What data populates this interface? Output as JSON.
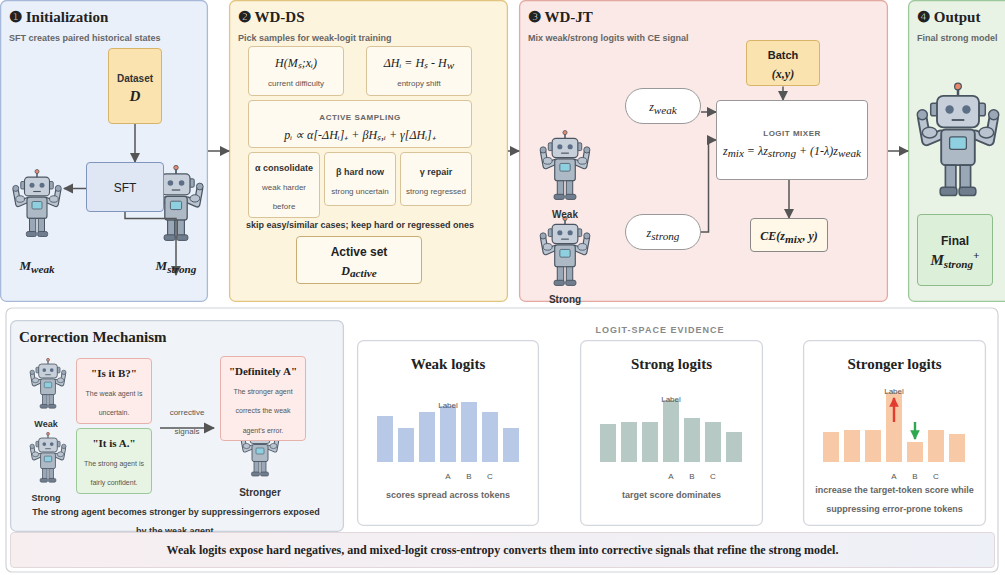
{
  "diagram": {
    "caption": "Weak logits expose hard negatives, and mixed-logit cross-entropy converts them into corrective signals that refine the strong model.",
    "nodes": [
      {
        "text": [
          "❶ Initialization",
          "SFT creates paired historical states"
        ]
      },
      {
        "text": [
          "Dataset",
          "D"
        ],
        "in": 0
      },
      {
        "text": [
          "SFT"
        ],
        "in": 0
      },
      {
        "text": [
          "M",
          "weak"
        ],
        "in": 0
      },
      {
        "text": [
          "M",
          "strong"
        ],
        "in": 0
      },
      {
        "text": [
          "❷ WD-DS",
          "Pick samples for weak-logit training"
        ]
      },
      {
        "text": [
          "H(Mₛ;xᵢ)",
          "current difficulty"
        ],
        "in": 5
      },
      {
        "text": [
          "ΔHᵢ = Hₛ - H",
          "w",
          "entropy shift"
        ],
        "in": 5
      },
      {
        "text": [
          "ACTIVE SAMPLING",
          "pᵢ ∝ α[-ΔHᵢ]₊ + βHₛ,ᵢ + γ[ΔHᵢ]₊"
        ],
        "in": 5
      },
      {
        "text": [
          "α consolidate",
          "weak harder before"
        ],
        "in": 5
      },
      {
        "text": [
          "β hard now",
          "strong uncertain"
        ],
        "in": 5
      },
      {
        "text": [
          "γ repair",
          "strong regressed"
        ],
        "in": 5
      },
      {
        "text": [
          "Active set",
          "D",
          "active"
        ],
        "in": 5
      },
      {
        "text": [
          "❸ WD-JT",
          "Mix weak/strong logits with CE signal"
        ]
      },
      {
        "text": [
          "z",
          "weak"
        ],
        "in": 13
      },
      {
        "text": [
          "z",
          "strong"
        ],
        "in": 13
      },
      {
        "text": [
          "Batch",
          "(x,y)"
        ],
        "in": 13
      },
      {
        "text": [
          "LOGIT MIXER",
          "z",
          "mix",
          " = λz",
          "strong",
          " + (1-λ)z",
          "weak"
        ],
        "in": 13
      },
      {
        "text": [
          "CE(z",
          "mix",
          ", y)"
        ],
        "in": 13
      },
      {
        "text": [
          "❹ Output",
          "Final strong model"
        ]
      },
      {
        "text": [
          "Final",
          "M",
          "strong",
          "+"
        ],
        "in": 19
      },
      {
        "text": [
          "Correction Mechanism"
        ]
      },
      {
        "text": [
          "\"Is it B?\"",
          "The weak agent is uncertain."
        ],
        "in": 21
      },
      {
        "text": [
          "\"It is A.\"",
          "The strong agent is fairly confident."
        ],
        "in": 21
      },
      {
        "text": [
          "\"Definitely A\"",
          "The stronger agent corrects the weak agent's error."
        ],
        "in": 21
      },
      {
        "text": [
          "Weak logits",
          "scores spread across tokens"
        ]
      },
      {
        "text": [
          "Strong logits",
          "target score dominates"
        ]
      },
      {
        "text": [
          "Stronger logits",
          "increase the target-token score while suppressing error-prone tokens"
        ]
      }
    ],
    "edges": [
      {
        "from": 1,
        "to": 2,
        "arrow": "to"
      },
      {
        "from": 2,
        "to": 3,
        "arrow": "to"
      },
      {
        "from": 2,
        "to": 4,
        "arrow": "to"
      },
      {
        "from": 0,
        "to": 5,
        "arrow": "to"
      },
      {
        "from": 5,
        "to": 13,
        "arrow": "to"
      },
      {
        "from": 14,
        "to": 17,
        "arrow": "to"
      },
      {
        "from": 15,
        "to": 17,
        "arrow": "to"
      },
      {
        "from": 16,
        "to": 17,
        "arrow": "to"
      },
      {
        "from": 17,
        "to": 18,
        "arrow": "to"
      },
      {
        "from": 13,
        "to": 19,
        "arrow": "to"
      }
    ],
    "labels": [
      "Weak",
      "Strong",
      "skip easy/similar cases; keep hard or regressed ones",
      "LOGIT-SPACE EVIDENCE",
      "Weak",
      "Strong",
      "Stronger",
      "corrective signals",
      "The strong agent becomes stronger by suppressingerrors exposed by the weak agent.",
      "Label",
      "A",
      "B",
      "C",
      "Label",
      "A",
      "B",
      "C",
      "Label",
      "A",
      "B",
      "C"
    ]
  }
}
